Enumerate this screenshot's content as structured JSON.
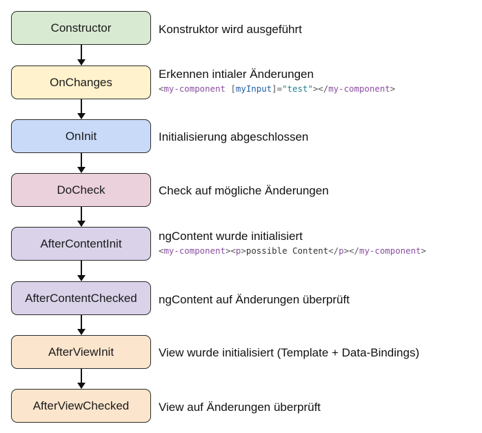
{
  "steps": [
    {
      "label": "Constructor",
      "description": "Konstruktor wird ausgeführt",
      "color": "#d9ead3"
    },
    {
      "label": "OnChanges",
      "description": "Erkennen intialer Änderungen",
      "color": "#fff2cc"
    },
    {
      "label": "OnInit",
      "description": "Initialisierung abgeschlossen",
      "color": "#c9daf8"
    },
    {
      "label": "DoCheck",
      "description": "Check auf mögliche Änderungen",
      "color": "#ead1dc"
    },
    {
      "label": "AfterContentInit",
      "description": "ngContent wurde initialisiert",
      "color": "#d9d2e9"
    },
    {
      "label": "AfterContentChecked",
      "description": "ngContent auf Änderungen überprüft",
      "color": "#d9d2e9"
    },
    {
      "label": "AfterViewInit",
      "description": "View wurde initialisiert (Template + Data-Bindings)",
      "color": "#fce5cd"
    },
    {
      "label": "AfterViewChecked",
      "description": "View auf Änderungen überprüft",
      "color": "#fce5cd"
    }
  ],
  "code_examples": {
    "onchanges": {
      "open_lt": "<",
      "tag": "my-component",
      "bracket_open": " [",
      "attr": "myInput",
      "bracket_close": "]=",
      "value": "\"test\"",
      "close_mid": "></",
      "tag_end": "my-component",
      "close_gt": ">"
    },
    "aftercontentinit": {
      "open_lt": "<",
      "tag": "my-component",
      "mid1": "><",
      "p_tag": "p",
      "gt1": ">",
      "content": "possible Content",
      "lt_slash1": "</",
      "p_tag_end": "p",
      "mid2": "></",
      "tag_end": "my-component",
      "close_gt": ">"
    }
  }
}
